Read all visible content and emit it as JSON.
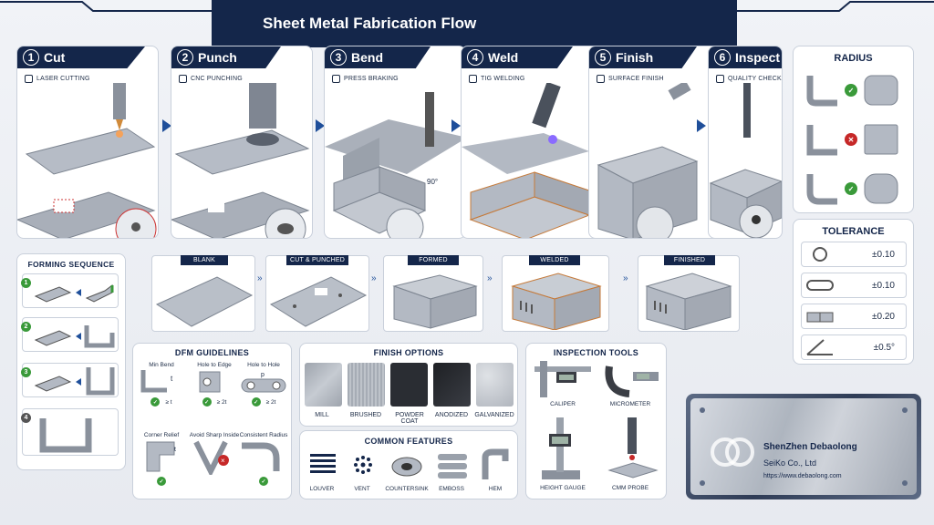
{
  "title": "Sheet Metal Fabrication Flow",
  "steps": [
    {
      "num": "1",
      "name": "Cut",
      "sub": "LASER CUTTING"
    },
    {
      "num": "2",
      "name": "Punch",
      "sub": "CNC PUNCHING"
    },
    {
      "num": "3",
      "name": "Bend",
      "sub": "PRESS BRAKING"
    },
    {
      "num": "4",
      "name": "Weld",
      "sub": "TIG WELDING"
    },
    {
      "num": "5",
      "name": "Finish",
      "sub": "SURFACE FINISH"
    },
    {
      "num": "6",
      "name": "Inspect",
      "sub": "QUALITY CHECK"
    }
  ],
  "bend_angle": "90°",
  "radius": {
    "title": "RADIUS",
    "rows": [
      "ok",
      "bad",
      "ok"
    ]
  },
  "tolerance": {
    "title": "TOLERANCE",
    "values": [
      "±0.10",
      "±0.10",
      "±0.20",
      "±0.5°"
    ]
  },
  "forming_sequence": {
    "title": "FORMING SEQUENCE",
    "nums": [
      "1",
      "2",
      "3",
      "4"
    ]
  },
  "flow_stages": [
    "BLANK",
    "CUT & PUNCHED",
    "FORMED",
    "WELDED",
    "FINISHED"
  ],
  "dfm": {
    "title": "DFM GUIDELINES",
    "items": [
      "Min Bend",
      "Hole to Edge",
      "Hole to Hole",
      "Corner Relief",
      "Avoid Sharp Inside",
      "Consistent Radius"
    ],
    "values": [
      "≥ t",
      "≥ 2t",
      "≥ 2t"
    ],
    "symbols": {
      "t": "t",
      "p": "p"
    }
  },
  "finish_options": {
    "title": "FINISH  OPTIONS",
    "items": [
      "MILL",
      "BRUSHED",
      "POWDER COAT",
      "ANODIZED",
      "GALVANIZED"
    ]
  },
  "common_features": {
    "title": "COMMON  FEATURES",
    "items": [
      "LOUVER",
      "VENT",
      "COUNTERSINK",
      "EMBOSS",
      "HEM"
    ]
  },
  "inspection_tools": {
    "title": "INSPECTION TOOLS",
    "items": [
      "CALIPER",
      "MICROMETER",
      "HEIGHT GAUGE",
      "CMM PROBE"
    ]
  },
  "company": {
    "name": "ShenZhen Debaolong",
    "sub": "SeiKo Co., Ltd",
    "url": "https://www.debaolong.com"
  },
  "colors": {
    "navy": "#14264a",
    "accent": "#1f4f9a",
    "ok": "#3a9a3a",
    "bad": "#c62828"
  }
}
